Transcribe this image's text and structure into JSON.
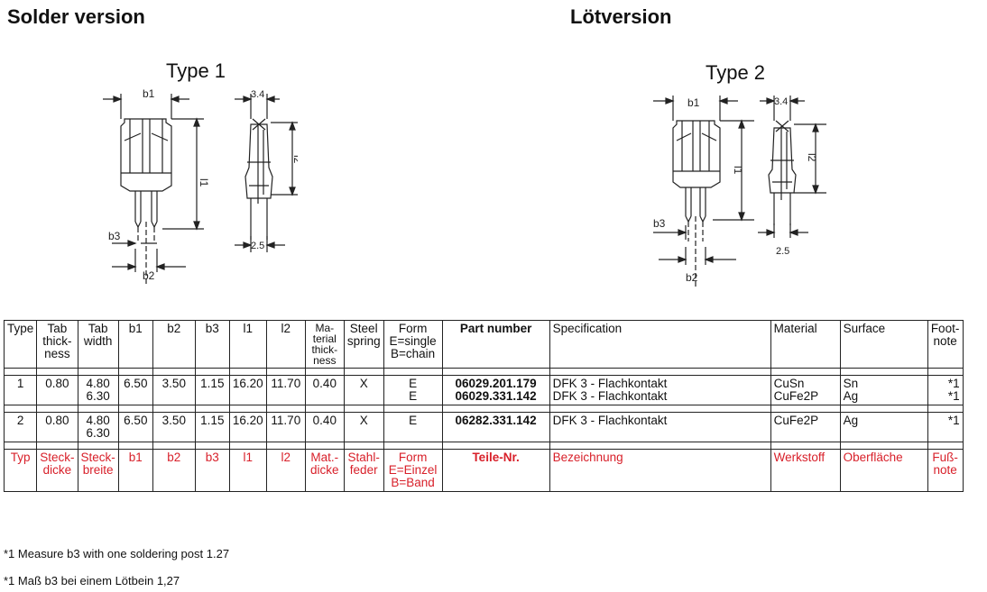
{
  "headings": {
    "left": "Solder version",
    "right": "Lötversion"
  },
  "types": {
    "type1": "Type 1",
    "type2": "Type 2"
  },
  "dims": {
    "b1": "b1",
    "b2": "b2",
    "b3": "b3",
    "l1": "l1",
    "l2": "l2",
    "d34": "3.4",
    "d25": "2.5"
  },
  "table": {
    "header": [
      "Type",
      "Tab thick-ness",
      "Tab width",
      "b1",
      "b2",
      "b3",
      "l1",
      "l2",
      "Ma-terial thick-ness",
      "Steel spring",
      "Form E=single B=chain",
      "Part number",
      "Specification",
      "Material",
      "Surface",
      "Foot-note"
    ],
    "rows": [
      {
        "type": "1",
        "thick": "0.80",
        "width": [
          "4.80",
          "6.30"
        ],
        "b1": "6.50",
        "b2": "3.50",
        "b3": "1.15",
        "l1": "16.20",
        "l2": "11.70",
        "mat": "0.40",
        "steel": "X",
        "form": [
          "E",
          "E"
        ],
        "part": [
          "06029.201.179",
          "06029.331.142"
        ],
        "spec": [
          "DFK 3 - Flachkontakt",
          "DFK 3 - Flachkontakt"
        ],
        "material": [
          "CuSn",
          "CuFe2P"
        ],
        "surface": [
          "Sn",
          "Ag"
        ],
        "foot": [
          "*1",
          "*1"
        ]
      },
      {
        "type": "2",
        "thick": "0.80",
        "width": [
          "4.80",
          "6.30"
        ],
        "b1": "6.50",
        "b2": "3.50",
        "b3": "1.15",
        "l1": "16.20",
        "l2": "11.70",
        "mat": "0.40",
        "steel": "X",
        "form": [
          "E"
        ],
        "part": [
          "06282.331.142"
        ],
        "spec": [
          "DFK 3 - Flachkontakt"
        ],
        "material": [
          "CuFe2P"
        ],
        "surface": [
          "Ag"
        ],
        "foot": [
          "*1"
        ]
      }
    ],
    "german": [
      "Typ",
      "Steck-dicke",
      "Steck-breite",
      "b1",
      "b2",
      "b3",
      "l1",
      "l2",
      "Mat.-dicke",
      "Stahl-feder",
      "Form E=Einzel B=Band",
      "Teile-Nr.",
      "Bezeichnung",
      "Werkstoff",
      "Oberfläche",
      "Fuß-note"
    ]
  },
  "footnotes": [
    "*1 Measure b3  with one soldering post 1.27",
    "*1 Maß b3 bei einem Lötbein 1,27"
  ],
  "colors": {
    "accent": "#d8202a"
  }
}
